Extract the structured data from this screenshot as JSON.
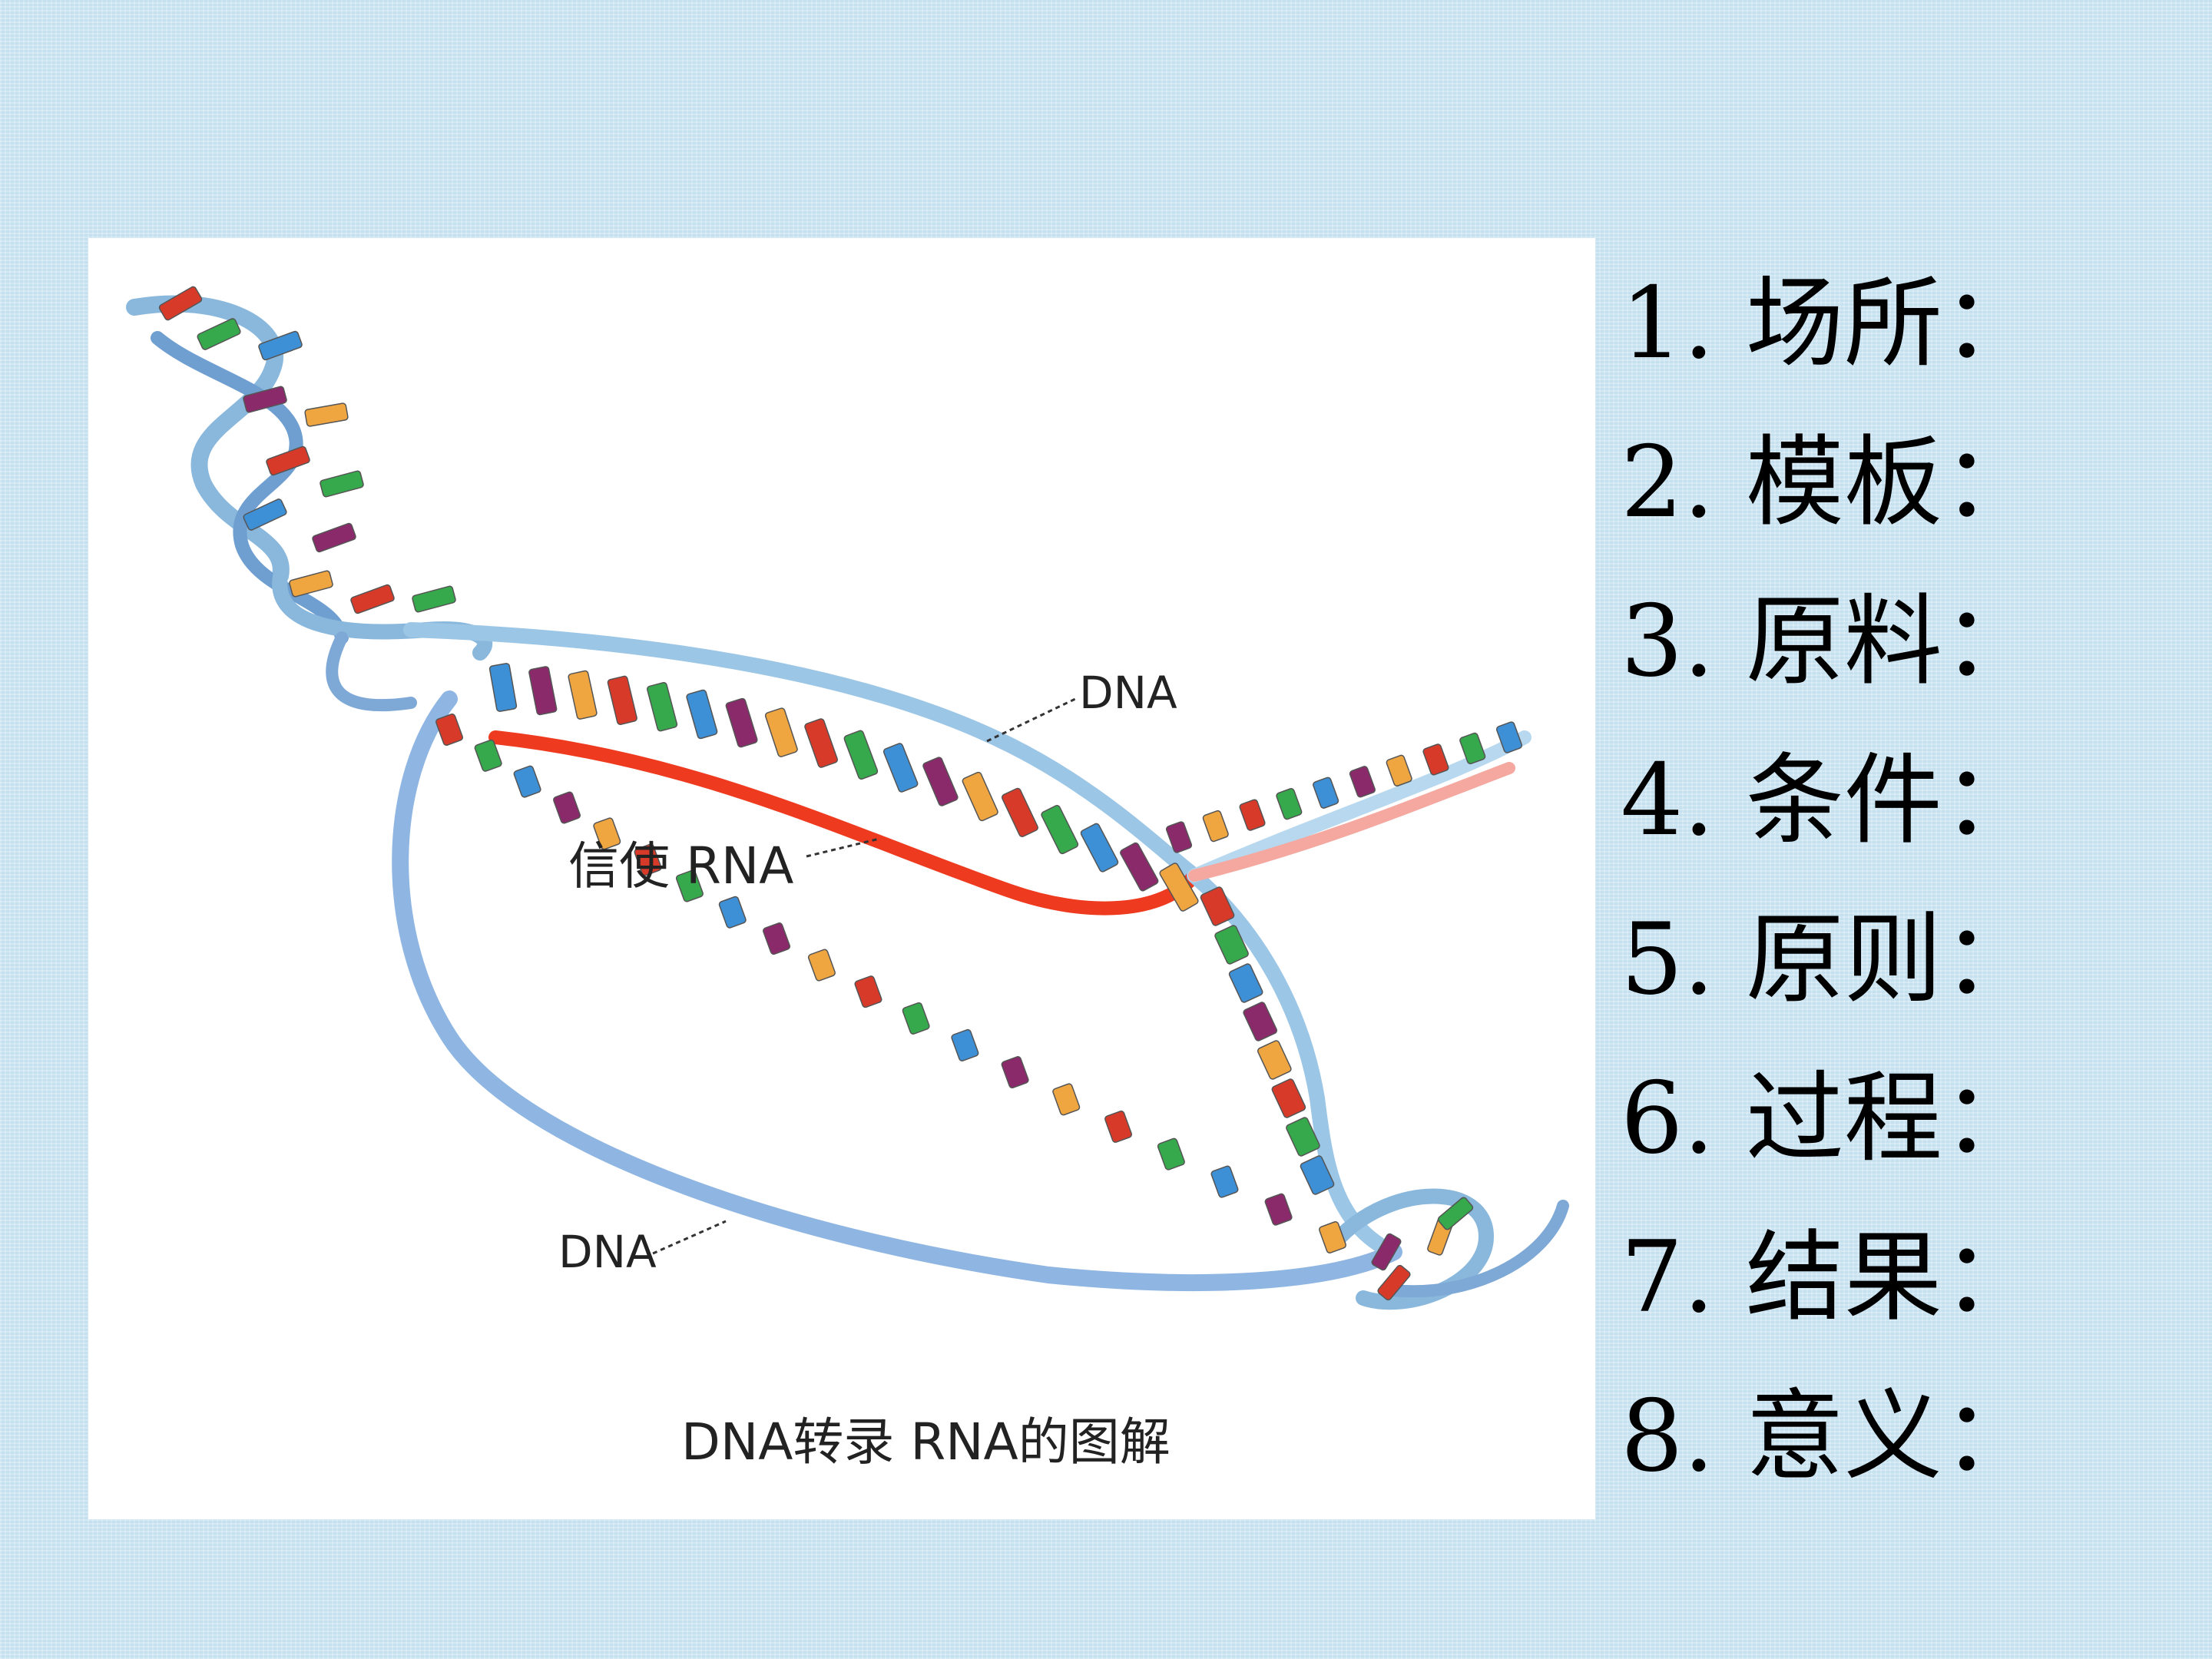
{
  "figure": {
    "labels": {
      "dna_top": "DNA",
      "mrna": "信使 RNA",
      "dna_bottom": "DNA",
      "caption": "DNA转录 RNA的图解"
    },
    "colors": {
      "dna_strand": "#8ab8dc",
      "mrna_strand": "#ee3b20",
      "base_red": "#d83a2a",
      "base_green": "#35a94b",
      "base_blue": "#3d8fd6",
      "base_purple": "#8a2a6a",
      "base_orange": "#f0a640"
    }
  },
  "list": {
    "items": [
      "1. 场所：",
      "2. 模板：",
      "3. 原料：",
      "4. 条件：",
      "5. 原则：",
      "6. 过程：",
      "7. 结果：",
      "8. 意义："
    ]
  }
}
